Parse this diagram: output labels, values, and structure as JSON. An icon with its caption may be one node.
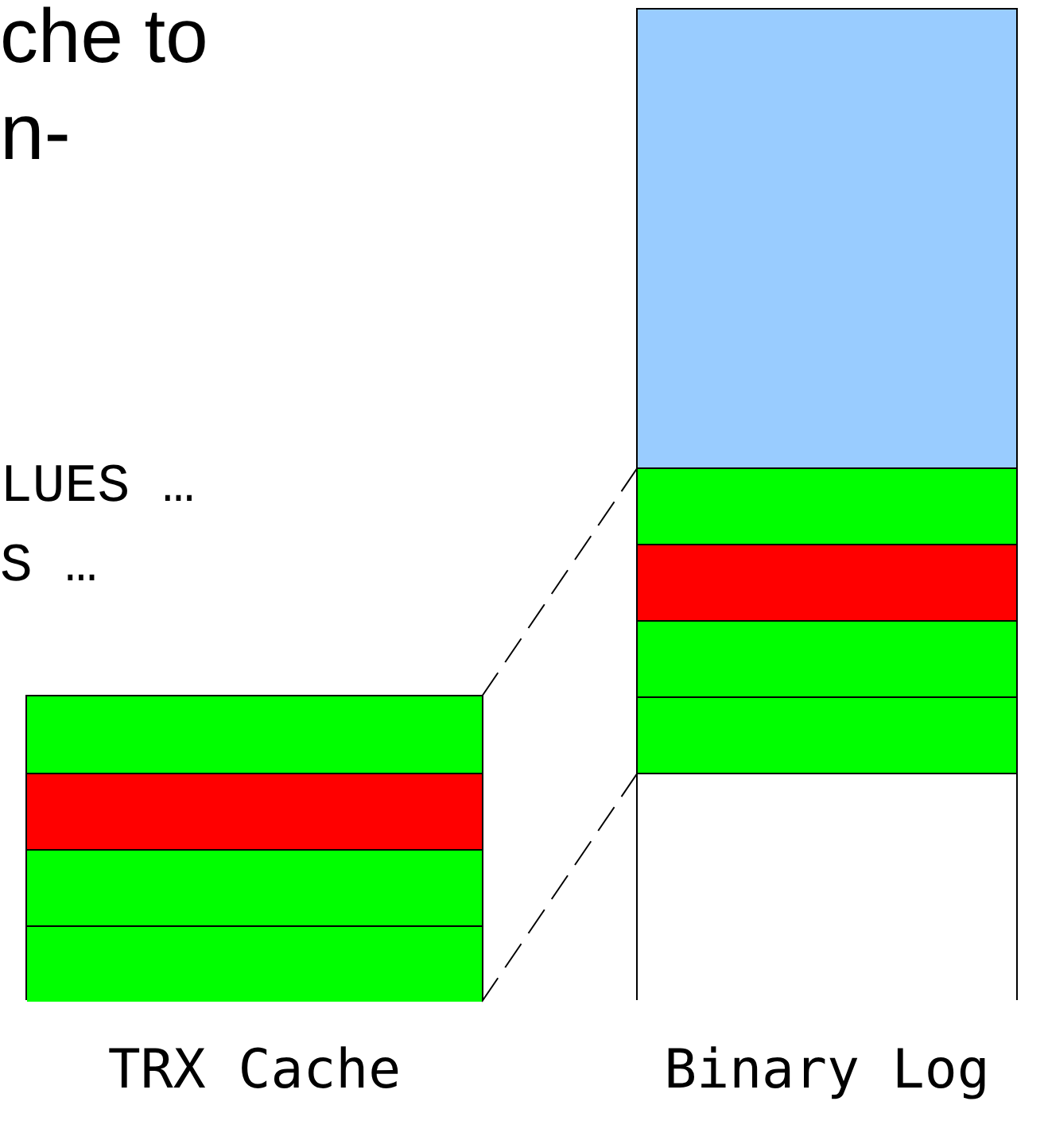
{
  "diagram": {
    "nodes": [
      {
        "text": [
          "TRX Cache"
        ]
      },
      {
        "text": [],
        "shape": "bar",
        "in": 0
      },
      {
        "text": [],
        "shape": "bar",
        "in": 0
      },
      {
        "text": [],
        "shape": "bar",
        "in": 0
      },
      {
        "text": [],
        "shape": "bar",
        "in": 0
      },
      {
        "text": [
          "Binary Log"
        ]
      },
      {
        "text": [],
        "shape": "bar",
        "in": 5
      },
      {
        "text": [],
        "shape": "bar",
        "in": 5
      },
      {
        "text": [],
        "shape": "bar",
        "in": 5
      },
      {
        "text": [],
        "shape": "bar",
        "in": 5
      },
      {
        "text": [],
        "shape": "bar",
        "in": 5
      },
      {
        "text": [],
        "shape": "bar",
        "in": 5
      }
    ],
    "edges": [
      {
        "from": 1,
        "to": 7,
        "arrow": "none",
        "style": "dashed"
      },
      {
        "from": 4,
        "to": 10,
        "arrow": "none",
        "style": "dashed"
      }
    ],
    "labels": [
      "che to",
      "n-",
      "LUES …",
      "S …"
    ]
  }
}
